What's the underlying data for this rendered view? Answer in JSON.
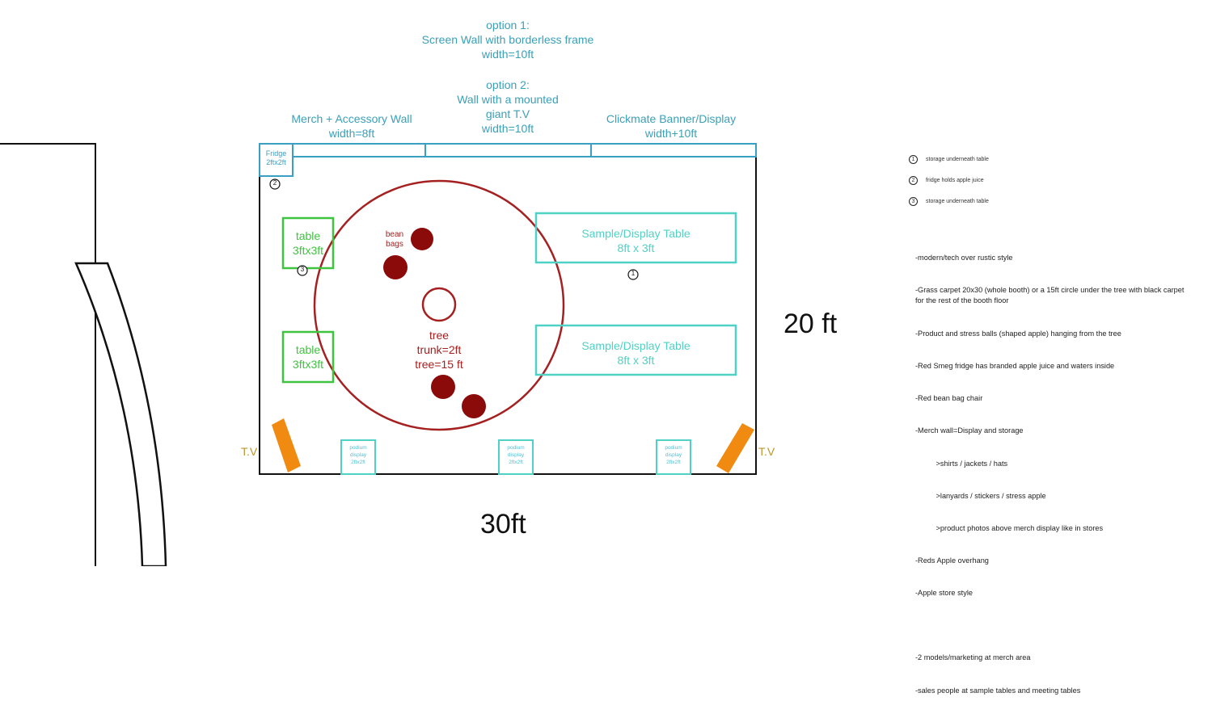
{
  "options": {
    "opt1": [
      "option 1:",
      "Screen Wall with borderless frame",
      "width=10ft"
    ],
    "opt2": [
      "option 2:",
      "Wall with a mounted",
      "giant T.V",
      "width=10ft"
    ]
  },
  "walls": {
    "merch": [
      "Merch + Accessory Wall",
      "width=8ft"
    ],
    "clickmate": [
      "Clickmate Banner/Display",
      "width+10ft"
    ]
  },
  "fridge": [
    "Fridge",
    "2ftx2ft"
  ],
  "tables": {
    "left_top": [
      "table",
      "3ftx3ft"
    ],
    "left_bottom": [
      "table",
      "3ftx3ft"
    ],
    "sample_top": [
      "Sample/Display Table",
      "8ft x 3ft"
    ],
    "sample_bottom": [
      "Sample/Display Table",
      "8ft x 3ft"
    ]
  },
  "bean_bags_label": [
    "bean",
    "bags"
  ],
  "tree_label": [
    "tree",
    "trunk=2ft",
    "tree=15 ft"
  ],
  "podium": [
    "podium",
    "display",
    "2ftx2ft"
  ],
  "tv_label": "T.V",
  "markers": {
    "one": "1",
    "two": "2",
    "three": "3"
  },
  "dimensions": {
    "width": "30ft",
    "height": "20 ft"
  },
  "legend": [
    {
      "num": "1",
      "text": "storage underneath table"
    },
    {
      "num": "2",
      "text": "fridge holds apple juice"
    },
    {
      "num": "3",
      "text": "storage underneath table"
    }
  ],
  "notes": [
    "-modern/tech over rustic style",
    "-Grass carpet 20x30 (whole booth) or a 15ft circle under the tree with black carpet for the rest of the booth floor",
    "-Product and stress balls (shaped apple) hanging from the tree",
    "-Red Smeg fridge has branded apple juice and waters inside",
    "-Red bean bag chair",
    "-Merch wall=Display and storage",
    "          >shirts / jackets / hats",
    "          >lanyards / stickers / stress apple",
    "          >product photos above merch display like in stores",
    "-Reds Apple overhang",
    "-Apple store style",
    "",
    "-2 models/marketing at merch area",
    "-sales people at sample tables and meeting tables"
  ],
  "colors": {
    "wall_blue": "#3a9fc4",
    "teal": "#4fd1c5",
    "green": "#3ec43e",
    "tree_red": "#a52020",
    "bag_red": "#8b0a0a",
    "tv_orange": "#f08a10"
  }
}
